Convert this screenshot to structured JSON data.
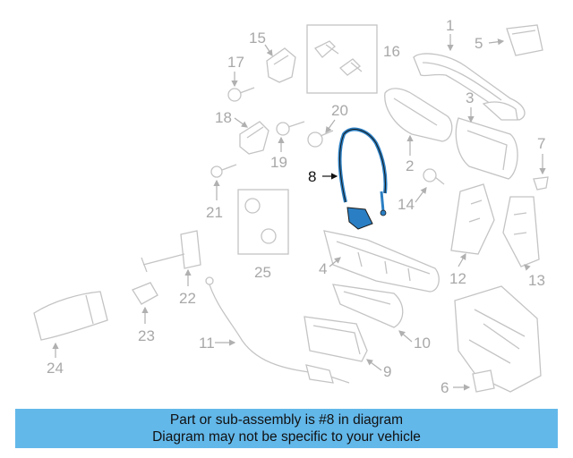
{
  "diagram": {
    "highlighted_part": "8",
    "highlight_color": "#2a7fc4",
    "callouts": {
      "c1": "1",
      "c2": "2",
      "c3": "3",
      "c4": "4",
      "c5": "5",
      "c6": "6",
      "c7": "7",
      "c8": "8",
      "c9": "9",
      "c10": "10",
      "c11": "11",
      "c12": "12",
      "c13": "13",
      "c14": "14",
      "c15": "15",
      "c16": "16",
      "c17": "17",
      "c18": "18",
      "c19": "19",
      "c20": "20",
      "c21": "21",
      "c22": "22",
      "c23": "23",
      "c24": "24",
      "c25": "25"
    }
  },
  "banner": {
    "line1": "Part or sub-assembly is #8 in diagram",
    "line2": "Diagram may not be specific to your vehicle",
    "background": "#63b8ea"
  }
}
